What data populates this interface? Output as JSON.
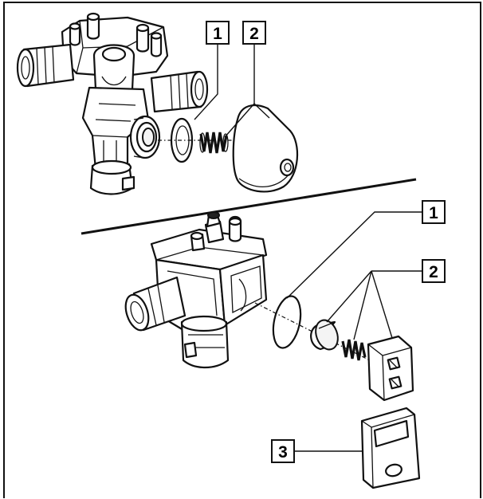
{
  "colors": {
    "line": "#111111",
    "background": "#ffffff",
    "shade": "#f4f4f4"
  },
  "callouts": {
    "top_part_1": "1",
    "top_part_2": "2",
    "bottom_part_1": "1",
    "bottom_part_2": "2",
    "bottom_part_3": "3"
  }
}
